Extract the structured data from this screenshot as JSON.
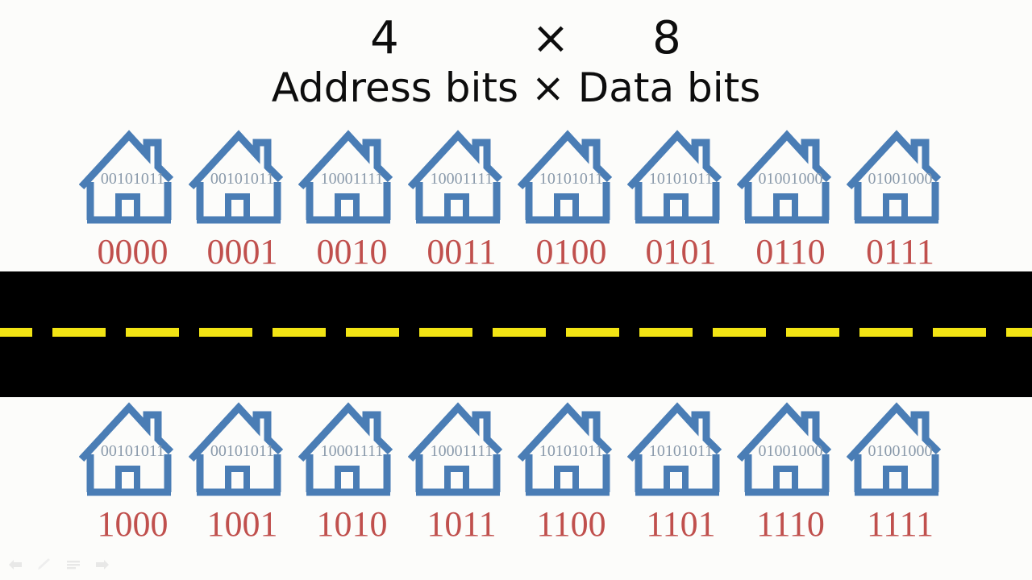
{
  "slide": {
    "background_color": "#fcfcfa",
    "title": {
      "equation": {
        "address_bits_value": "4",
        "times_symbol": "×",
        "data_bits_value": "8"
      },
      "subtitle": "Address bits × Data bits"
    },
    "colors": {
      "house_outline": "#4a7db5",
      "address_label": "#c0504d",
      "data_bits_text": "#8a9aab",
      "road": "#000000",
      "road_dash": "#f2e414",
      "title_text": "#0d0d0d"
    },
    "memory_rows": [
      {
        "row_name": "top-row",
        "houses": [
          {
            "address": "0000",
            "data_bits": "00101011"
          },
          {
            "address": "0001",
            "data_bits": "00101011"
          },
          {
            "address": "0010",
            "data_bits": "10001111"
          },
          {
            "address": "0011",
            "data_bits": "10001111"
          },
          {
            "address": "0100",
            "data_bits": "10101011"
          },
          {
            "address": "0101",
            "data_bits": "10101011"
          },
          {
            "address": "0110",
            "data_bits": "01001000"
          },
          {
            "address": "0111",
            "data_bits": "01001000"
          }
        ]
      },
      {
        "row_name": "bottom-row",
        "houses": [
          {
            "address": "1000",
            "data_bits": "00101011"
          },
          {
            "address": "1001",
            "data_bits": "00101011"
          },
          {
            "address": "1010",
            "data_bits": "10001111"
          },
          {
            "address": "1011",
            "data_bits": "10001111"
          },
          {
            "address": "1100",
            "data_bits": "10101011"
          },
          {
            "address": "1101",
            "data_bits": "10101011"
          },
          {
            "address": "1110",
            "data_bits": "01001000"
          },
          {
            "address": "1111",
            "data_bits": "01001000"
          }
        ]
      }
    ],
    "road": {
      "dash_count": 14,
      "dash_width": 66,
      "dash_gap": 25
    },
    "presenter_toolbar": {
      "icons": [
        {
          "name": "previous-slide-icon",
          "glyph": "◀"
        },
        {
          "name": "pen-icon",
          "glyph": "╱"
        },
        {
          "name": "slide-menu-icon",
          "glyph": "≡"
        },
        {
          "name": "next-slide-icon",
          "glyph": "▶"
        }
      ]
    }
  }
}
